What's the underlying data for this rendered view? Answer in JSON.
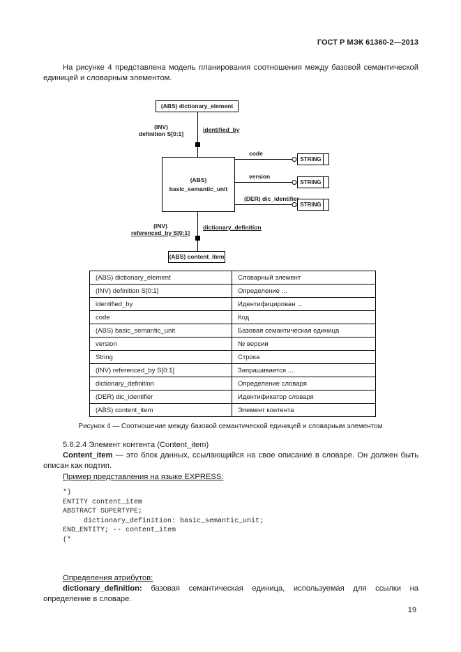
{
  "page": {
    "header": "ГОСТ Р МЭК 61360-2—2013",
    "number": "19"
  },
  "intro": "На рисунке 4 представлена модель планирования соотношения между базовой семантической единицей и словарным элементом.",
  "diagram": {
    "top_box": "(ABS) dictionary_element",
    "inv_definition_l1": "(INV)",
    "inv_definition_l2": "definition S[0:1]",
    "identified_by": "identified_by",
    "center_box_l1": "(ABS)",
    "center_box_l2": "basic_semantic_unit",
    "code": "code",
    "version": "version",
    "der_dic_identifier": "(DER) dic_identifier",
    "string": "STRING",
    "inv_referenced_l1": "(INV)",
    "inv_referenced_l2": "referenced_by S[0:1]",
    "dictionary_definition": "dictionary_definition",
    "bottom_box": "(ABS) content_item"
  },
  "table": {
    "rows": [
      {
        "term": "(ABS) dictionary_element",
        "desc": "Словарный элемент"
      },
      {
        "term": "(INV) definition S[0:1]",
        "desc": "Определение ..."
      },
      {
        "term": "identified_by",
        "desc": "Идентифицирован ..."
      },
      {
        "term": "code",
        "desc": "Код"
      },
      {
        "term": "(ABS) basic_semantic_unit",
        "desc": "Базовая семантическая единица"
      },
      {
        "term": "version",
        "desc": "№ версии"
      },
      {
        "term": "String",
        "desc": "Строка"
      },
      {
        "term": "(INV) referenced_by S[0:1]",
        "desc": "Запрашивается ...."
      },
      {
        "term": "dictionary_definition",
        "desc": "Определение словаря"
      },
      {
        "term": "(DER) dic_identifier",
        "desc": "Идентификатор словаря"
      },
      {
        "term": "(ABS) content_item",
        "desc": "Элемент контента"
      }
    ]
  },
  "caption": "Рисунок 4 — Соотношение между базовой семантической единицей и словарным элементом",
  "section": {
    "heading": "5.6.2.4 Элемент контента (Content_item)",
    "para_lead": "Content_item",
    "para_rest": " — это блок данных, ссылающийся на свое описание в словаре. Он должен быть описан как подтип.",
    "example_label": "Пример представления на языке EXPRESS:",
    "attr_heading": "Определения атрибутов:",
    "attr_lead": "dictionary_definition:",
    "attr_rest": " базовая семантическая единица, используемая для ссылки на определение в словаре."
  },
  "code": {
    "lines": [
      "*)",
      "ENTITY content_item",
      "ABSTRACT SUPERTYPE;",
      "     dictionary_definition: basic_semantic_unit;",
      "END_ENTITY; -- content_item",
      "(*"
    ]
  }
}
